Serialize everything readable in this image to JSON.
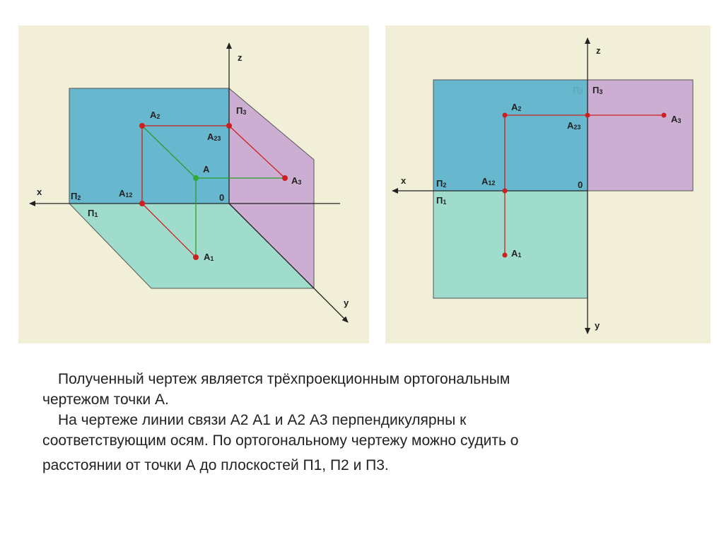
{
  "colors": {
    "panel_bg": "#f2efd8",
    "plane_p1": "#9fdccb",
    "plane_p2": "#67b7cf",
    "plane_p3": "#ccaed2",
    "link_red": "#cc1f1f",
    "link_green": "#2a9d2a",
    "point_red": "#cc1f1f",
    "point_green": "#33aa33"
  },
  "left_diagram": {
    "axis_x": "x",
    "axis_y": "y",
    "axis_z": "z",
    "origin": "0",
    "plane_p1": {
      "main": "П",
      "sub": "1"
    },
    "plane_p2": {
      "main": "П",
      "sub": "2"
    },
    "plane_p3": {
      "main": "П",
      "sub": "3"
    },
    "point_a": "A",
    "point_a1": {
      "main": "A",
      "sub": "1"
    },
    "point_a2": {
      "main": "A",
      "sub": "2"
    },
    "point_a3": {
      "main": "A",
      "sub": "3"
    },
    "point_a12": {
      "main": "A",
      "sub": "12"
    },
    "point_a23": {
      "main": "A",
      "sub": "23"
    }
  },
  "right_diagram": {
    "axis_x": "x",
    "axis_y": "y",
    "axis_z": "z",
    "origin": "0",
    "plane_p1": {
      "main": "П",
      "sub": "1"
    },
    "plane_p2": {
      "main": "П",
      "sub": "2"
    },
    "plane_p2_faded": {
      "main": "П",
      "sub": "2"
    },
    "plane_p3": {
      "main": "П",
      "sub": "3"
    },
    "point_a1": {
      "main": "A",
      "sub": "1"
    },
    "point_a2": {
      "main": "A",
      "sub": "2"
    },
    "point_a3": {
      "main": "A",
      "sub": "3"
    },
    "point_a12": {
      "main": "A",
      "sub": "12"
    },
    "point_a23": {
      "main": "A",
      "sub": "23"
    }
  },
  "caption": {
    "line1": "Полученный чертеж является трёхпроекционным ортогональным",
    "line2": "чертежом точки А.",
    "line3": "На чертеже линии связи А2 А1 и А2 А3 перпендикулярны к",
    "line4": "соответствующим осям.   По ортогональному чертежу можно судить о",
    "line5": "расстоянии  от точки А до плоскостей П1, П2 и П3."
  }
}
